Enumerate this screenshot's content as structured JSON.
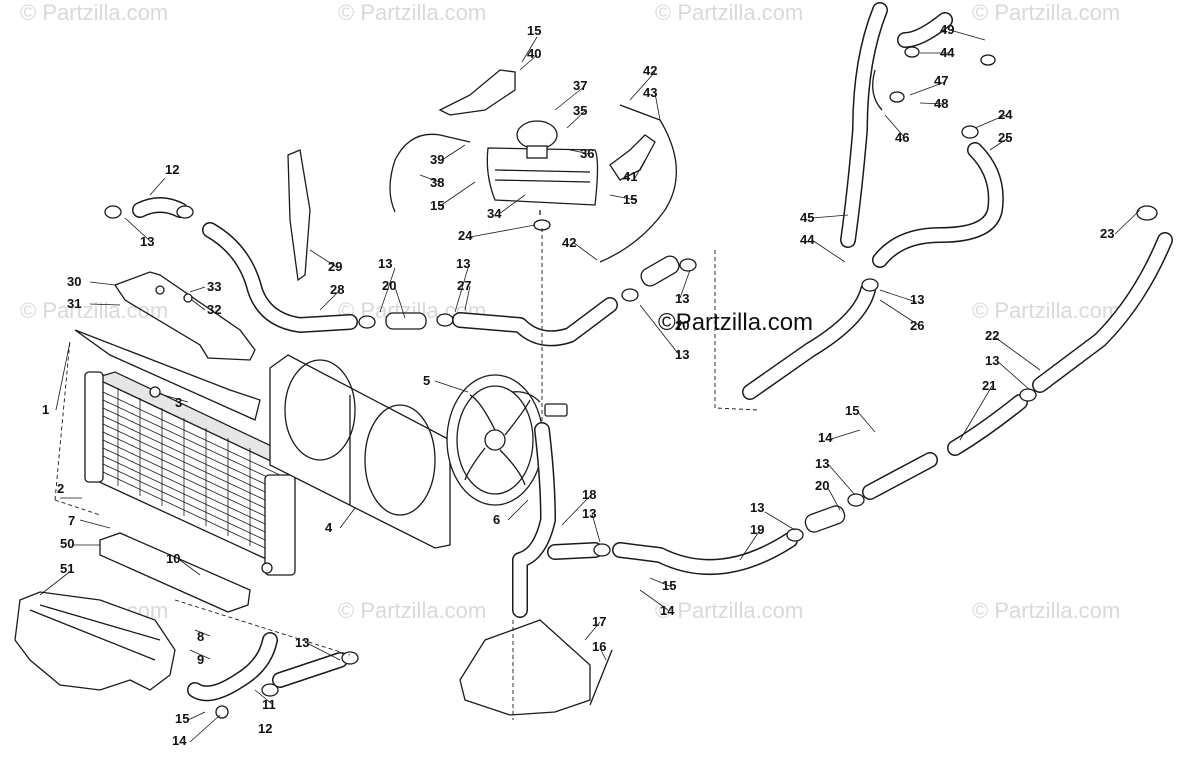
{
  "watermark": "© Partzilla.com",
  "brand": "©Partzilla.com",
  "callouts": [
    "1",
    "2",
    "3",
    "4",
    "5",
    "6",
    "7",
    "8",
    "9",
    "10",
    "11",
    "12",
    "13",
    "14",
    "15",
    "16",
    "17",
    "18",
    "19",
    "20",
    "21",
    "22",
    "23",
    "24",
    "25",
    "26",
    "27",
    "28",
    "29",
    "30",
    "31",
    "32",
    "33",
    "34",
    "35",
    "36",
    "37",
    "38",
    "39",
    "40",
    "41",
    "42",
    "43",
    "44",
    "45",
    "46",
    "47",
    "48",
    "49",
    "50",
    "51"
  ]
}
